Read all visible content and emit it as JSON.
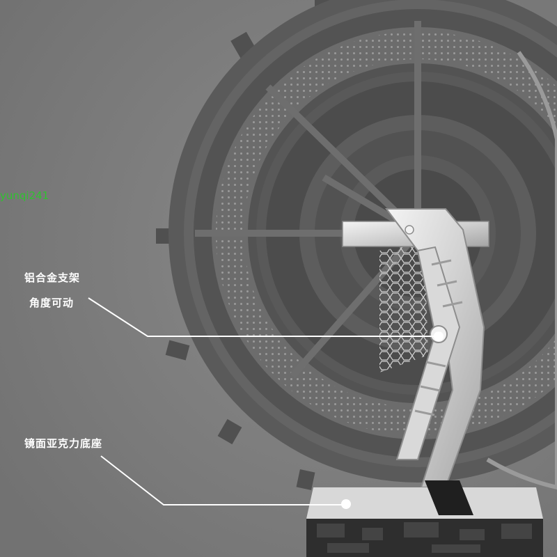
{
  "callouts": {
    "alloy_bracket": "铝合金支架",
    "angle_adjustable": "角度可动",
    "acrylic_base": "镜面亚克力底座"
  },
  "watermark": "yunqi241",
  "colors": {
    "background": "#7d7d7d",
    "ring_dark": "#4e4e4e",
    "ring_mid": "#646464",
    "bracket_light": "#e6e6e6",
    "label_text": "#ffffff",
    "watermark_text": "#2fc32f"
  }
}
